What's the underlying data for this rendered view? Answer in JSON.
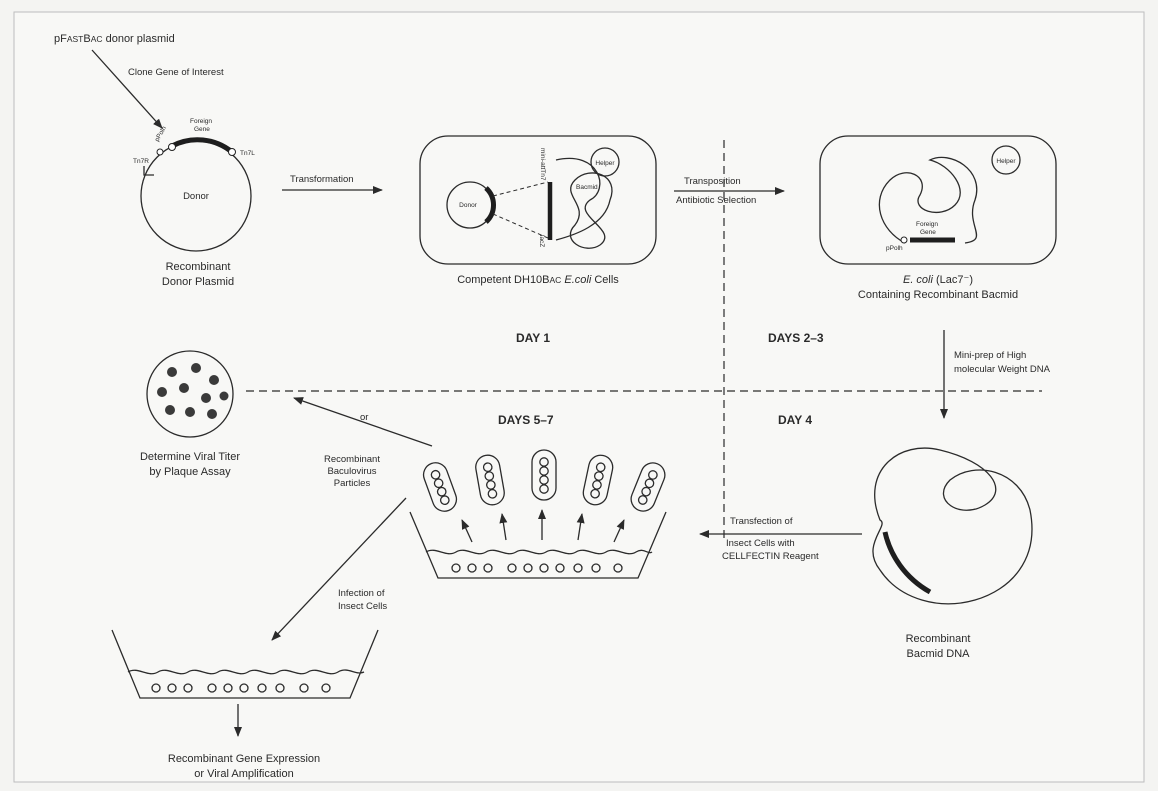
{
  "labels": {
    "donor_plasmid_title_prefix": "pF",
    "donor_plasmid_title_caps": "AST",
    "donor_plasmid_title_b": "B",
    "donor_plasmid_title_caps2": "AC",
    "donor_plasmid_title_suffix": " donor plasmid",
    "clone_gene": "Clone Gene of Interest",
    "ppolh": "pPolh",
    "foreign_gene_a": "Foreign",
    "foreign_gene_b": "Gene",
    "tn7r": "Tn7R",
    "tn7l": "Tn7L",
    "donor": "Donor",
    "recombinant_donor_line1": "Recombinant",
    "recombinant_donor_line2": "Donor Plasmid",
    "transformation": "Transformation",
    "helper": "Helper",
    "bacmid": "Bacmid",
    "lacz": "lacZ",
    "mini_att": "mini-attTn7",
    "competent_prefix": "Competent DH10B",
    "competent_caps": "AC",
    "competent_ecoli": " E.coli",
    "competent_suffix": " Cells",
    "transposition": "Transposition",
    "antibiotic_selection": "Antibiotic Selection",
    "ecoli_line1_a": "E. coli",
    "ecoli_line1_b": " (Lac7",
    "ecoli_line1_c": "⁻)",
    "ecoli_line2": "Containing Recombinant Bacmid",
    "day1": "DAY 1",
    "days23": "DAYS 2–3",
    "miniprep_line1": "Mini-prep of High",
    "miniprep_line2": "molecular Weight DNA",
    "day4": "DAY 4",
    "days57": "DAYS 5–7",
    "or": "or",
    "viral_titer_line1": "Determine Viral Titer",
    "viral_titer_line2": "by Plaque Assay",
    "baculo_line1": "Recombinant",
    "baculo_line2": "Baculovirus",
    "baculo_line3": "Particles",
    "transfection_line1": "Transfection of",
    "transfection_line2": "Insect Cells with",
    "transfection_line3": "CELLFECTIN Reagent",
    "recomb_bacmid_line1": "Recombinant",
    "recomb_bacmid_line2": "Bacmid DNA",
    "infection_line1": "Infection of",
    "infection_line2": "Insect Cells",
    "expression_line1": "Recombinant Gene Expression",
    "expression_line2": "or Viral Amplification"
  }
}
